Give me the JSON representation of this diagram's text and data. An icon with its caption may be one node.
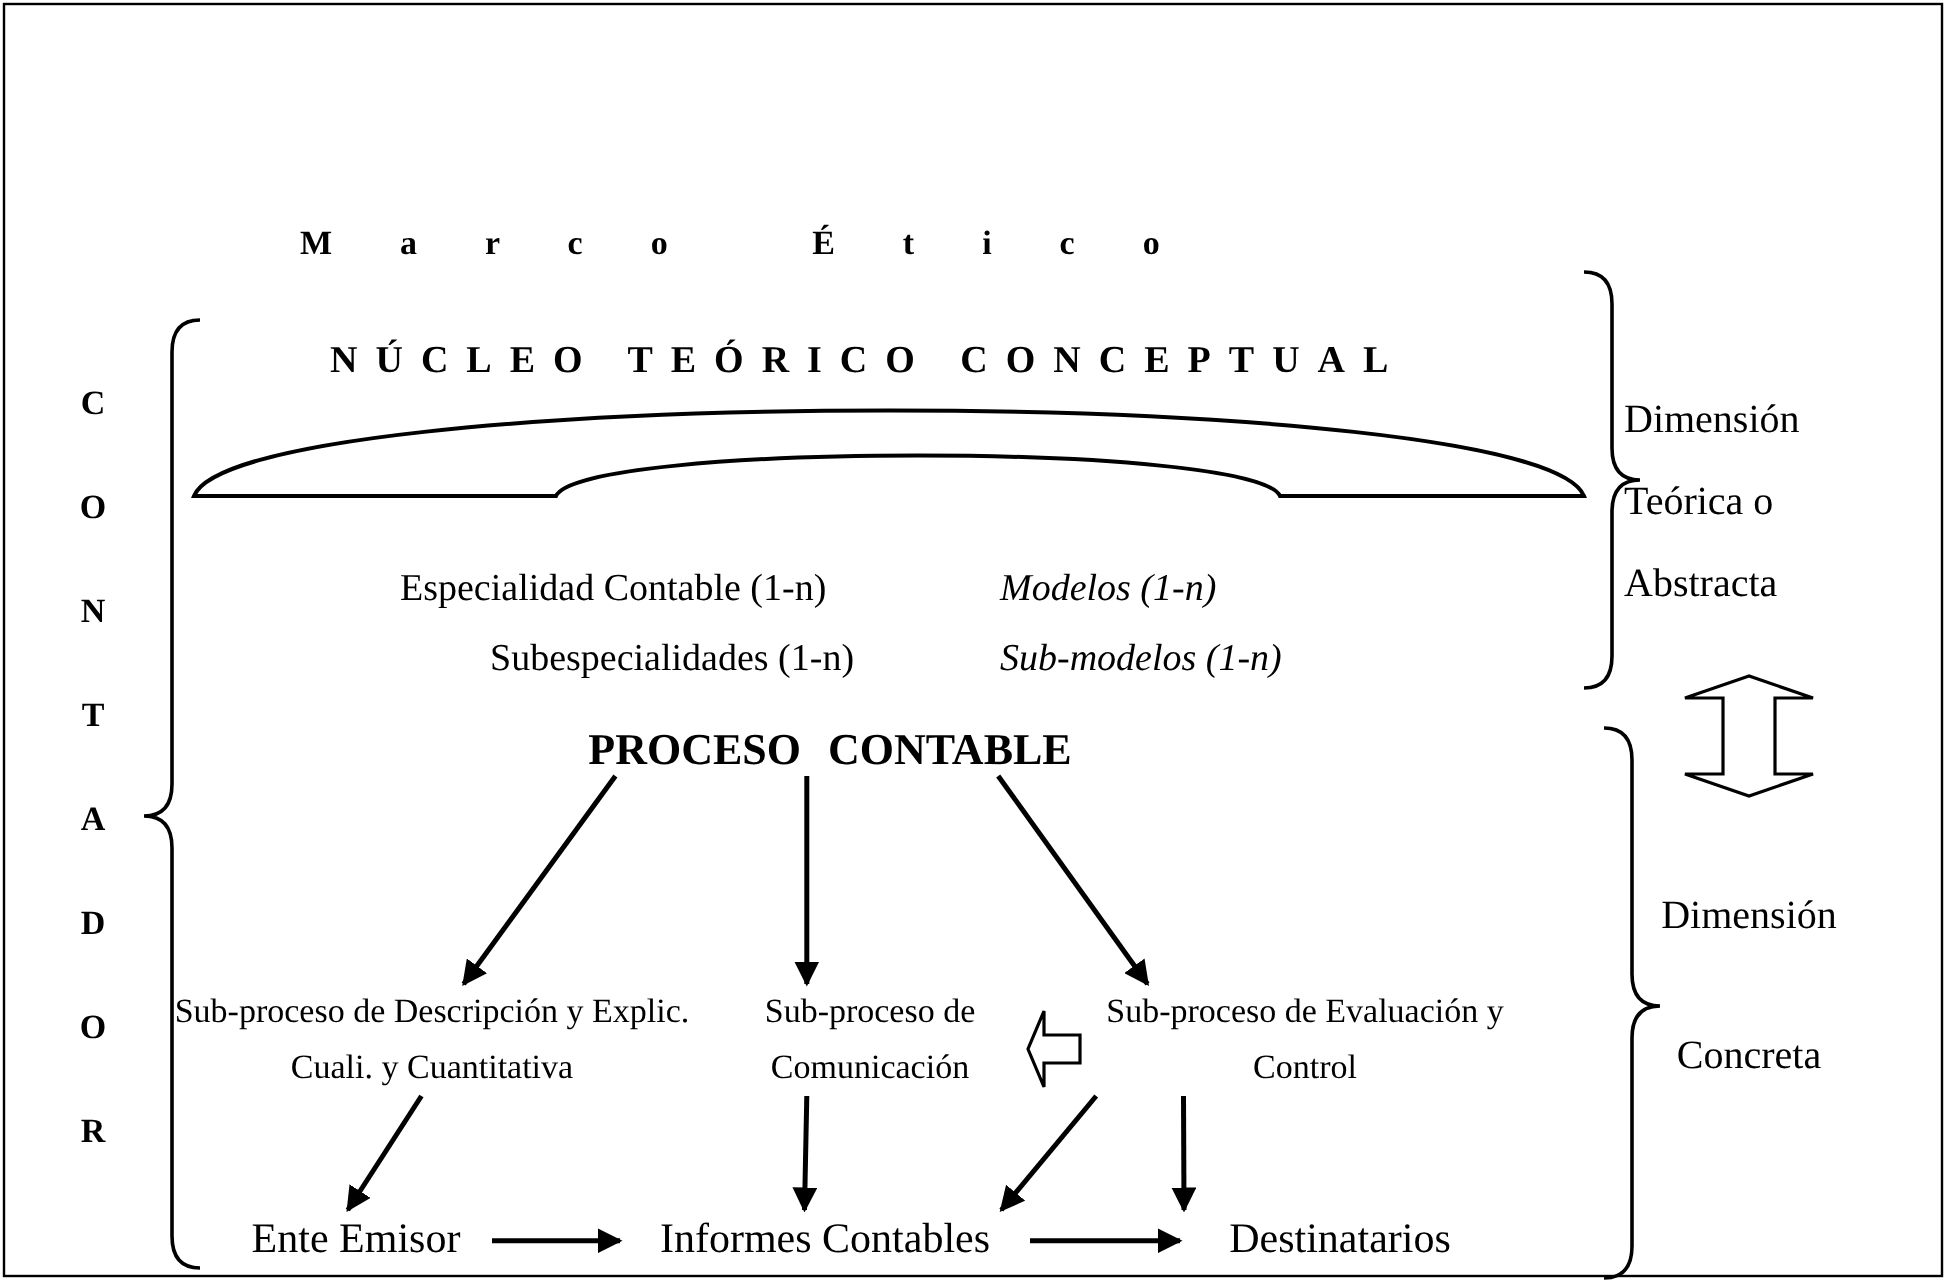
{
  "diagram": {
    "nodes": [
      {
        "text": [
          "PROCESO CONTABLE"
        ]
      },
      {
        "text": [
          "Sub-proceso de Descripción y Explic. Cuali. y Cuantitativa"
        ]
      },
      {
        "text": [
          "Sub-proceso de Comunicación"
        ]
      },
      {
        "text": [
          "Sub-proceso de Evaluación y Control"
        ]
      },
      {
        "text": [
          "Ente Emisor"
        ]
      },
      {
        "text": [
          "Informes Contables"
        ]
      },
      {
        "text": [
          "Destinatarios"
        ]
      },
      {
        "text": [
          "Dimensión Teórica o Abstracta"
        ]
      },
      {
        "text": [
          "Dimensión Concreta"
        ]
      }
    ],
    "edges": [
      {
        "from": 0,
        "to": 1,
        "arrow": "to"
      },
      {
        "from": 0,
        "to": 2,
        "arrow": "to"
      },
      {
        "from": 0,
        "to": 3,
        "arrow": "to"
      },
      {
        "from": 1,
        "to": 4,
        "arrow": "to"
      },
      {
        "from": 2,
        "to": 5,
        "arrow": "to"
      },
      {
        "from": 3,
        "to": 5,
        "arrow": "to"
      },
      {
        "from": 3,
        "to": 6,
        "arrow": "to"
      },
      {
        "from": 4,
        "to": 5,
        "arrow": "to"
      },
      {
        "from": 5,
        "to": 6,
        "arrow": "to"
      },
      {
        "from": 3,
        "to": 2,
        "arrow": "to"
      },
      {
        "from": 7,
        "to": 8,
        "arrow": "both"
      }
    ],
    "labels": [
      "Marco Ético",
      "NÚCLEO TEÓRICO CONCEPTUAL",
      "Especialidad Contable (1-n)",
      "Modelos (1-n)",
      "Subespecialidades (1-n)",
      "Sub-modelos (1-n)",
      "CONTADOR"
    ]
  }
}
